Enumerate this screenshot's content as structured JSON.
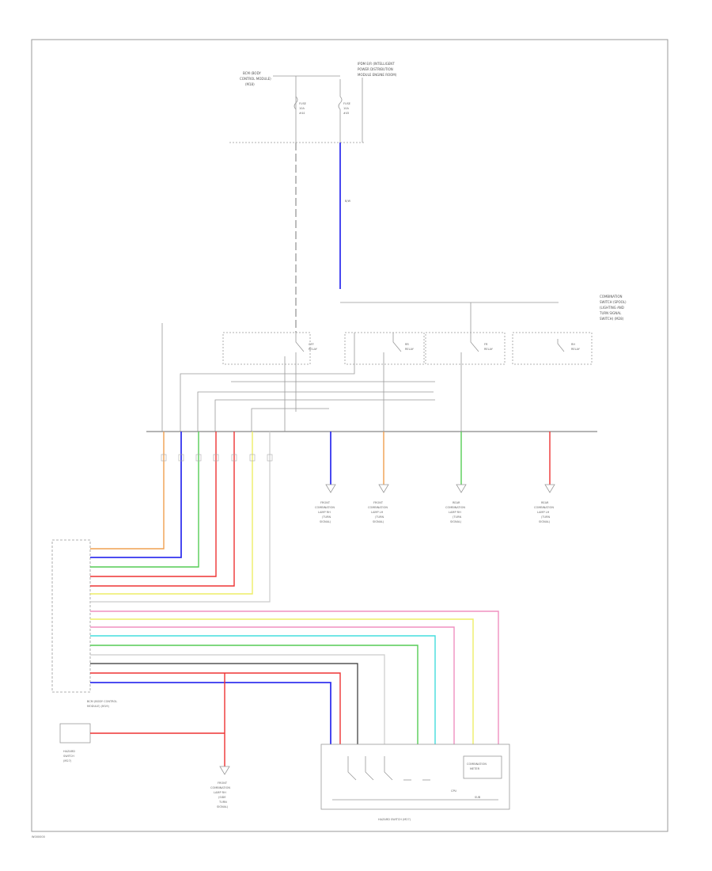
{
  "diagram": {
    "footer_code": "W000000",
    "texts": {
      "fuse_block_label": [
        "BCM (BODY",
        "CONTROL MODULE)",
        "(M18)"
      ],
      "ipdm_label": [
        "IPDM E/R (INTELLIGENT",
        "POWER DISTRIBUTION",
        "MODULE ENGINE ROOM)"
      ],
      "fuse_a": [
        "FUSE",
        "10A",
        "#44"
      ],
      "fuse_b": [
        "FUSE",
        "10A",
        "#45"
      ],
      "wire_label_top": "B/W",
      "relay_group_label": [
        "COMBINATION",
        "SWITCH (SPOOL)",
        "(LIGHTING AND",
        "TURN SIGNAL",
        "SWITCH) (M28)"
      ],
      "relay_1": [
        "OFF",
        "RELAY"
      ],
      "relay_2": [
        "RR",
        "RELAY"
      ],
      "relay_3": [
        "FR",
        "RELAY"
      ],
      "relay_4": [
        "RH",
        "RELAY"
      ],
      "ground_1": [
        "FRONT",
        "COMBINATION",
        "LAMP RH",
        "(TURN",
        "SIGNAL)"
      ],
      "ground_2": [
        "FRONT",
        "COMBINATION",
        "LAMP LH",
        "(TURN",
        "SIGNAL)"
      ],
      "ground_3": [
        "REAR",
        "COMBINATION",
        "LAMP RH",
        "(TURN",
        "SIGNAL)"
      ],
      "ground_4": [
        "REAR",
        "COMBINATION",
        "LAMP LH",
        "(TURN",
        "SIGNAL)"
      ],
      "control_unit_label": [
        "BCM (BODY CONTROL",
        "MODULE) (M19)"
      ],
      "hazard_label": [
        "HAZARD",
        "SWITCH",
        "(M27)"
      ],
      "side_ground_label": [
        "FRONT",
        "COMBINATION",
        "LAMP RH",
        "(SIDE",
        "TURN",
        "SIGNAL)"
      ],
      "bottom_box_label": "HAZARD SWITCH (M27)",
      "module_label": [
        "COMBINATION",
        "METER"
      ],
      "module_sub_1": "CPU",
      "module_sub_2": "SUB"
    },
    "wire_colors": {
      "gray": "#a0a0a0",
      "blue": "#3333ee",
      "orange": "#f0a050",
      "green": "#55cc55",
      "red": "#ee3333",
      "yellow": "#eeee66",
      "pink": "#f090c0",
      "cyan": "#44dddd",
      "black": "#333333",
      "lightgray": "#cccccc"
    }
  }
}
